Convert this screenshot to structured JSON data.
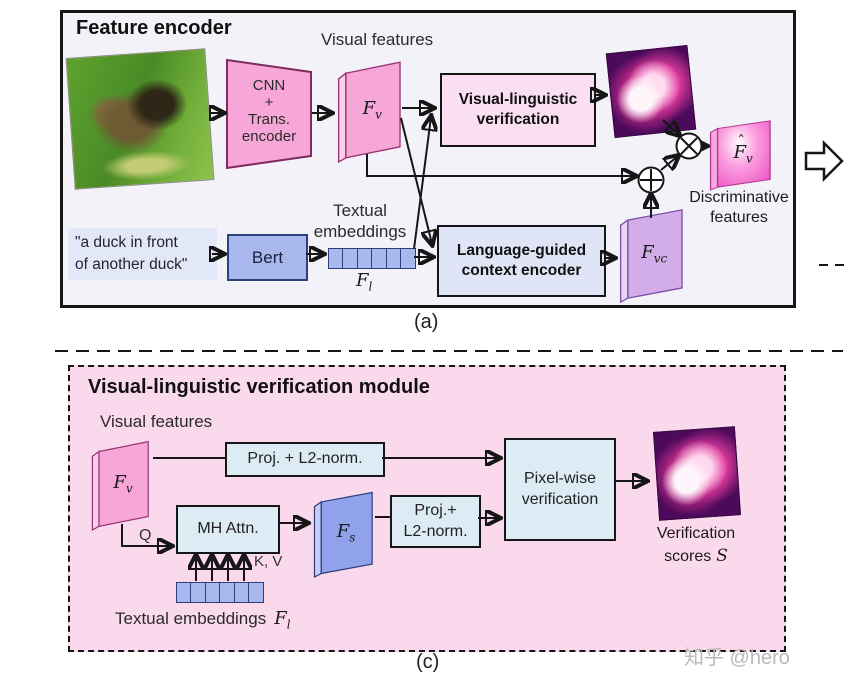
{
  "embedding_cells": 6,
  "colors": {
    "pink_block": "#f6a7d7",
    "pink_panel": "#fbd9ec",
    "lavender_block": "#dfe5f7",
    "blue_block": "#a9b8ec",
    "lightblue_block": "#dcebf4",
    "purple_block": "#d3adea",
    "periwinkle_block": "#91a2ec",
    "heatmap_base": "#4c0a5c",
    "magenta_feature": "#ee5ec6"
  },
  "section_a": {
    "title": "Feature encoder",
    "caption": "(a)",
    "visual_features_label": "Visual features",
    "cnn_block": {
      "lines": [
        "CNN",
        "+",
        "Trans.",
        "encoder"
      ]
    },
    "fv": {
      "base": "F",
      "sub": "v"
    },
    "vl_verification": {
      "lines": [
        "Visual-linguistic",
        "verification"
      ]
    },
    "query": {
      "lines": [
        "\"a duck in front",
        "of another duck\""
      ]
    },
    "bert_label": "Bert",
    "textual_embeddings_label": {
      "lines": [
        "Textual",
        "embeddings"
      ]
    },
    "fl": {
      "base": "F",
      "sub": "l"
    },
    "lg_encoder": {
      "lines": [
        "Language-guided",
        "context encoder"
      ]
    },
    "fvc": {
      "base": "F",
      "sub": "vc"
    },
    "fv_hat": {
      "hat": "ˆ",
      "base": "F",
      "sub": "v"
    },
    "discriminative": {
      "lines": [
        "Discriminative",
        "features"
      ]
    }
  },
  "section_c": {
    "title": "Visual-linguistic verification module",
    "caption": "(c)",
    "visual_features_label": "Visual features",
    "fv": {
      "base": "F",
      "sub": "v"
    },
    "proj_l2_top": "Proj. + L2-norm.",
    "mh_attn_label": "MH Attn.",
    "q_label": "Q",
    "kv_label": "K, V",
    "textual_embeddings_label": "Textual embeddings",
    "fl": {
      "base": "F",
      "sub": "l"
    },
    "fs": {
      "base": "F",
      "sub": "s"
    },
    "proj_l2_lower": {
      "lines": [
        "Proj.+",
        "L2-norm."
      ]
    },
    "pixel_wise": {
      "lines": [
        "Pixel-wise",
        "verification"
      ]
    },
    "verification_scores": {
      "line1": "Verification",
      "line2": "scores",
      "s": "S"
    }
  },
  "watermark": "知乎 @hero"
}
